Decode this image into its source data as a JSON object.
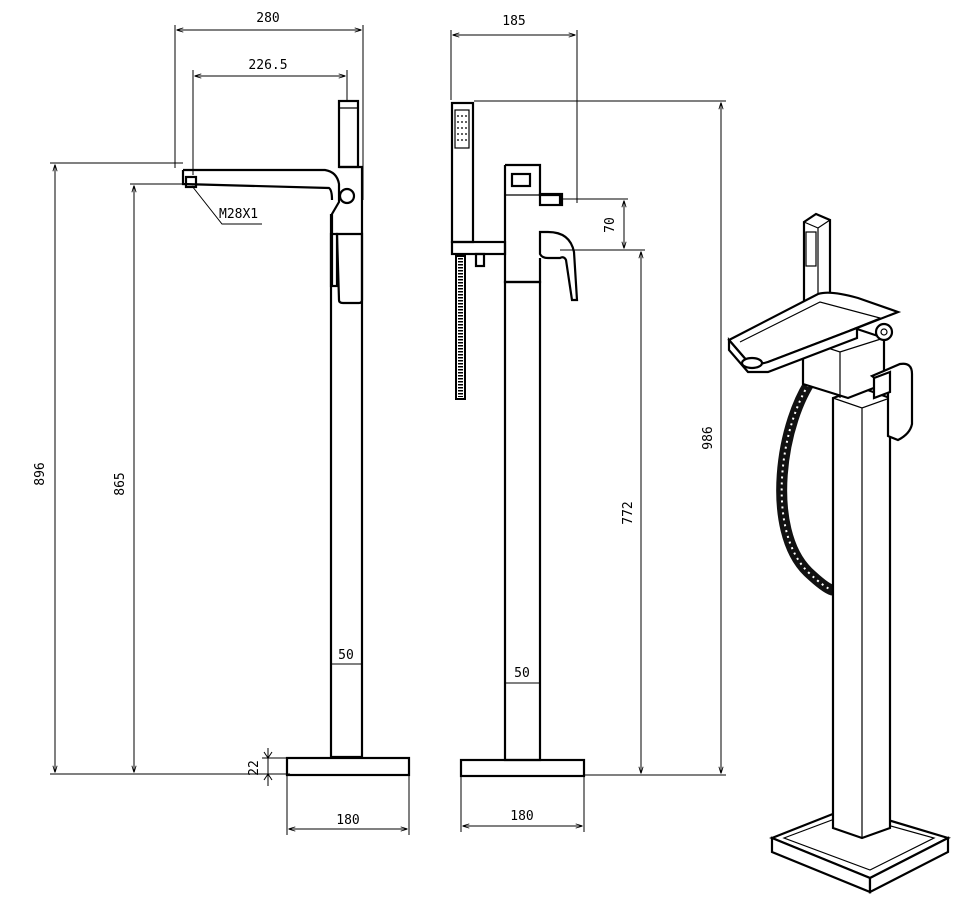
{
  "drawing": {
    "side_view": {
      "dim_total_height": "896",
      "dim_spout_height": "865",
      "dim_overall_width": "280",
      "dim_spout_reach": "226.5",
      "thread_label": "M28X1",
      "dim_column_width": "50",
      "dim_base_thickness": "22",
      "dim_base_width": "180"
    },
    "front_view": {
      "dim_width": "185",
      "dim_handle_offset": "70",
      "dim_handle_height": "772",
      "dim_column_width": "50",
      "dim_base_width": "180",
      "dim_total_height": "986"
    }
  },
  "colors": {
    "line": "#000000",
    "background": "#ffffff",
    "hose": "#111111"
  }
}
